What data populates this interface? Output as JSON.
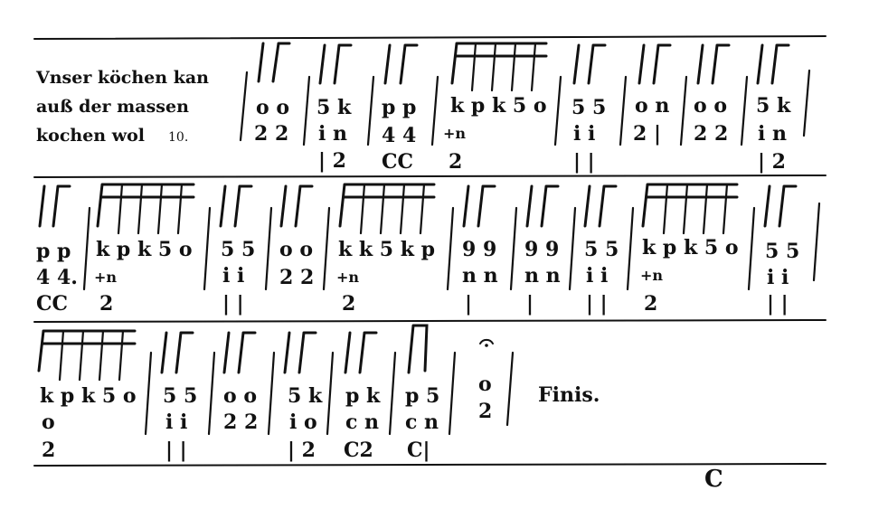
{
  "lyric": {
    "line1": "Vnser köchen kan",
    "line2": "auß der massen",
    "line3": "kochen wol",
    "number": "10."
  },
  "systems": [
    {
      "columns": [
        {
          "row1": "o o",
          "row2": "2 2"
        },
        {
          "row1": "5 k",
          "row2": "i n",
          "row3": "| 2"
        },
        {
          "row1": "p p",
          "row2": "4 4",
          "row3": "CC"
        },
        {
          "row1": "k p k 5 o",
          "row2": "+n",
          "row3": "2"
        },
        {
          "row1": "5 5",
          "row2": "i i",
          "row3": "| |"
        },
        {
          "row1": "o n",
          "row2": "2 |"
        },
        {
          "row1": "o o",
          "row2": "2 2"
        },
        {
          "row1": "5 k",
          "row2": "i n",
          "row3": "| 2"
        }
      ]
    },
    {
      "columns": [
        {
          "row1": "p p",
          "row2": "4 4.",
          "row3": "CC"
        },
        {
          "row1": "k p k 5 o",
          "row2": "+n",
          "row3": "2"
        },
        {
          "row1": "5 5",
          "row2": "i i",
          "row3": "| |"
        },
        {
          "row1": "o o",
          "row2": "2 2"
        },
        {
          "row1": "k k 5 k p",
          "row2": "+n",
          "row3": "2"
        },
        {
          "row1": "9 9",
          "row2": "n n",
          "row3": "|"
        },
        {
          "row1": "9 9",
          "row2": "n n",
          "row3": "|"
        },
        {
          "row1": "5 5",
          "row2": "i i",
          "row3": "| |"
        },
        {
          "row1": "k p k 5 o",
          "row2": "+n",
          "row3": "2"
        },
        {
          "row1": "5 5",
          "row2": "i i",
          "row3": "| |"
        }
      ]
    },
    {
      "columns": [
        {
          "row1": "k p k 5 o",
          "row2": "o",
          "row3": "2"
        },
        {
          "row1": "5 5",
          "row2": "i i",
          "row3": "| |"
        },
        {
          "row1": "o o",
          "row2": "2 2"
        },
        {
          "row1": "5 k",
          "row2": "i o",
          "row3": "| 2"
        },
        {
          "row1": "p k",
          "row2": "c n",
          "row3": "C2"
        },
        {
          "row1": "p 5",
          "row2": "c n",
          "row3": "C|"
        },
        {
          "row1": "o",
          "row2": "2"
        }
      ],
      "finis": "Finis."
    }
  ],
  "signature": "C"
}
